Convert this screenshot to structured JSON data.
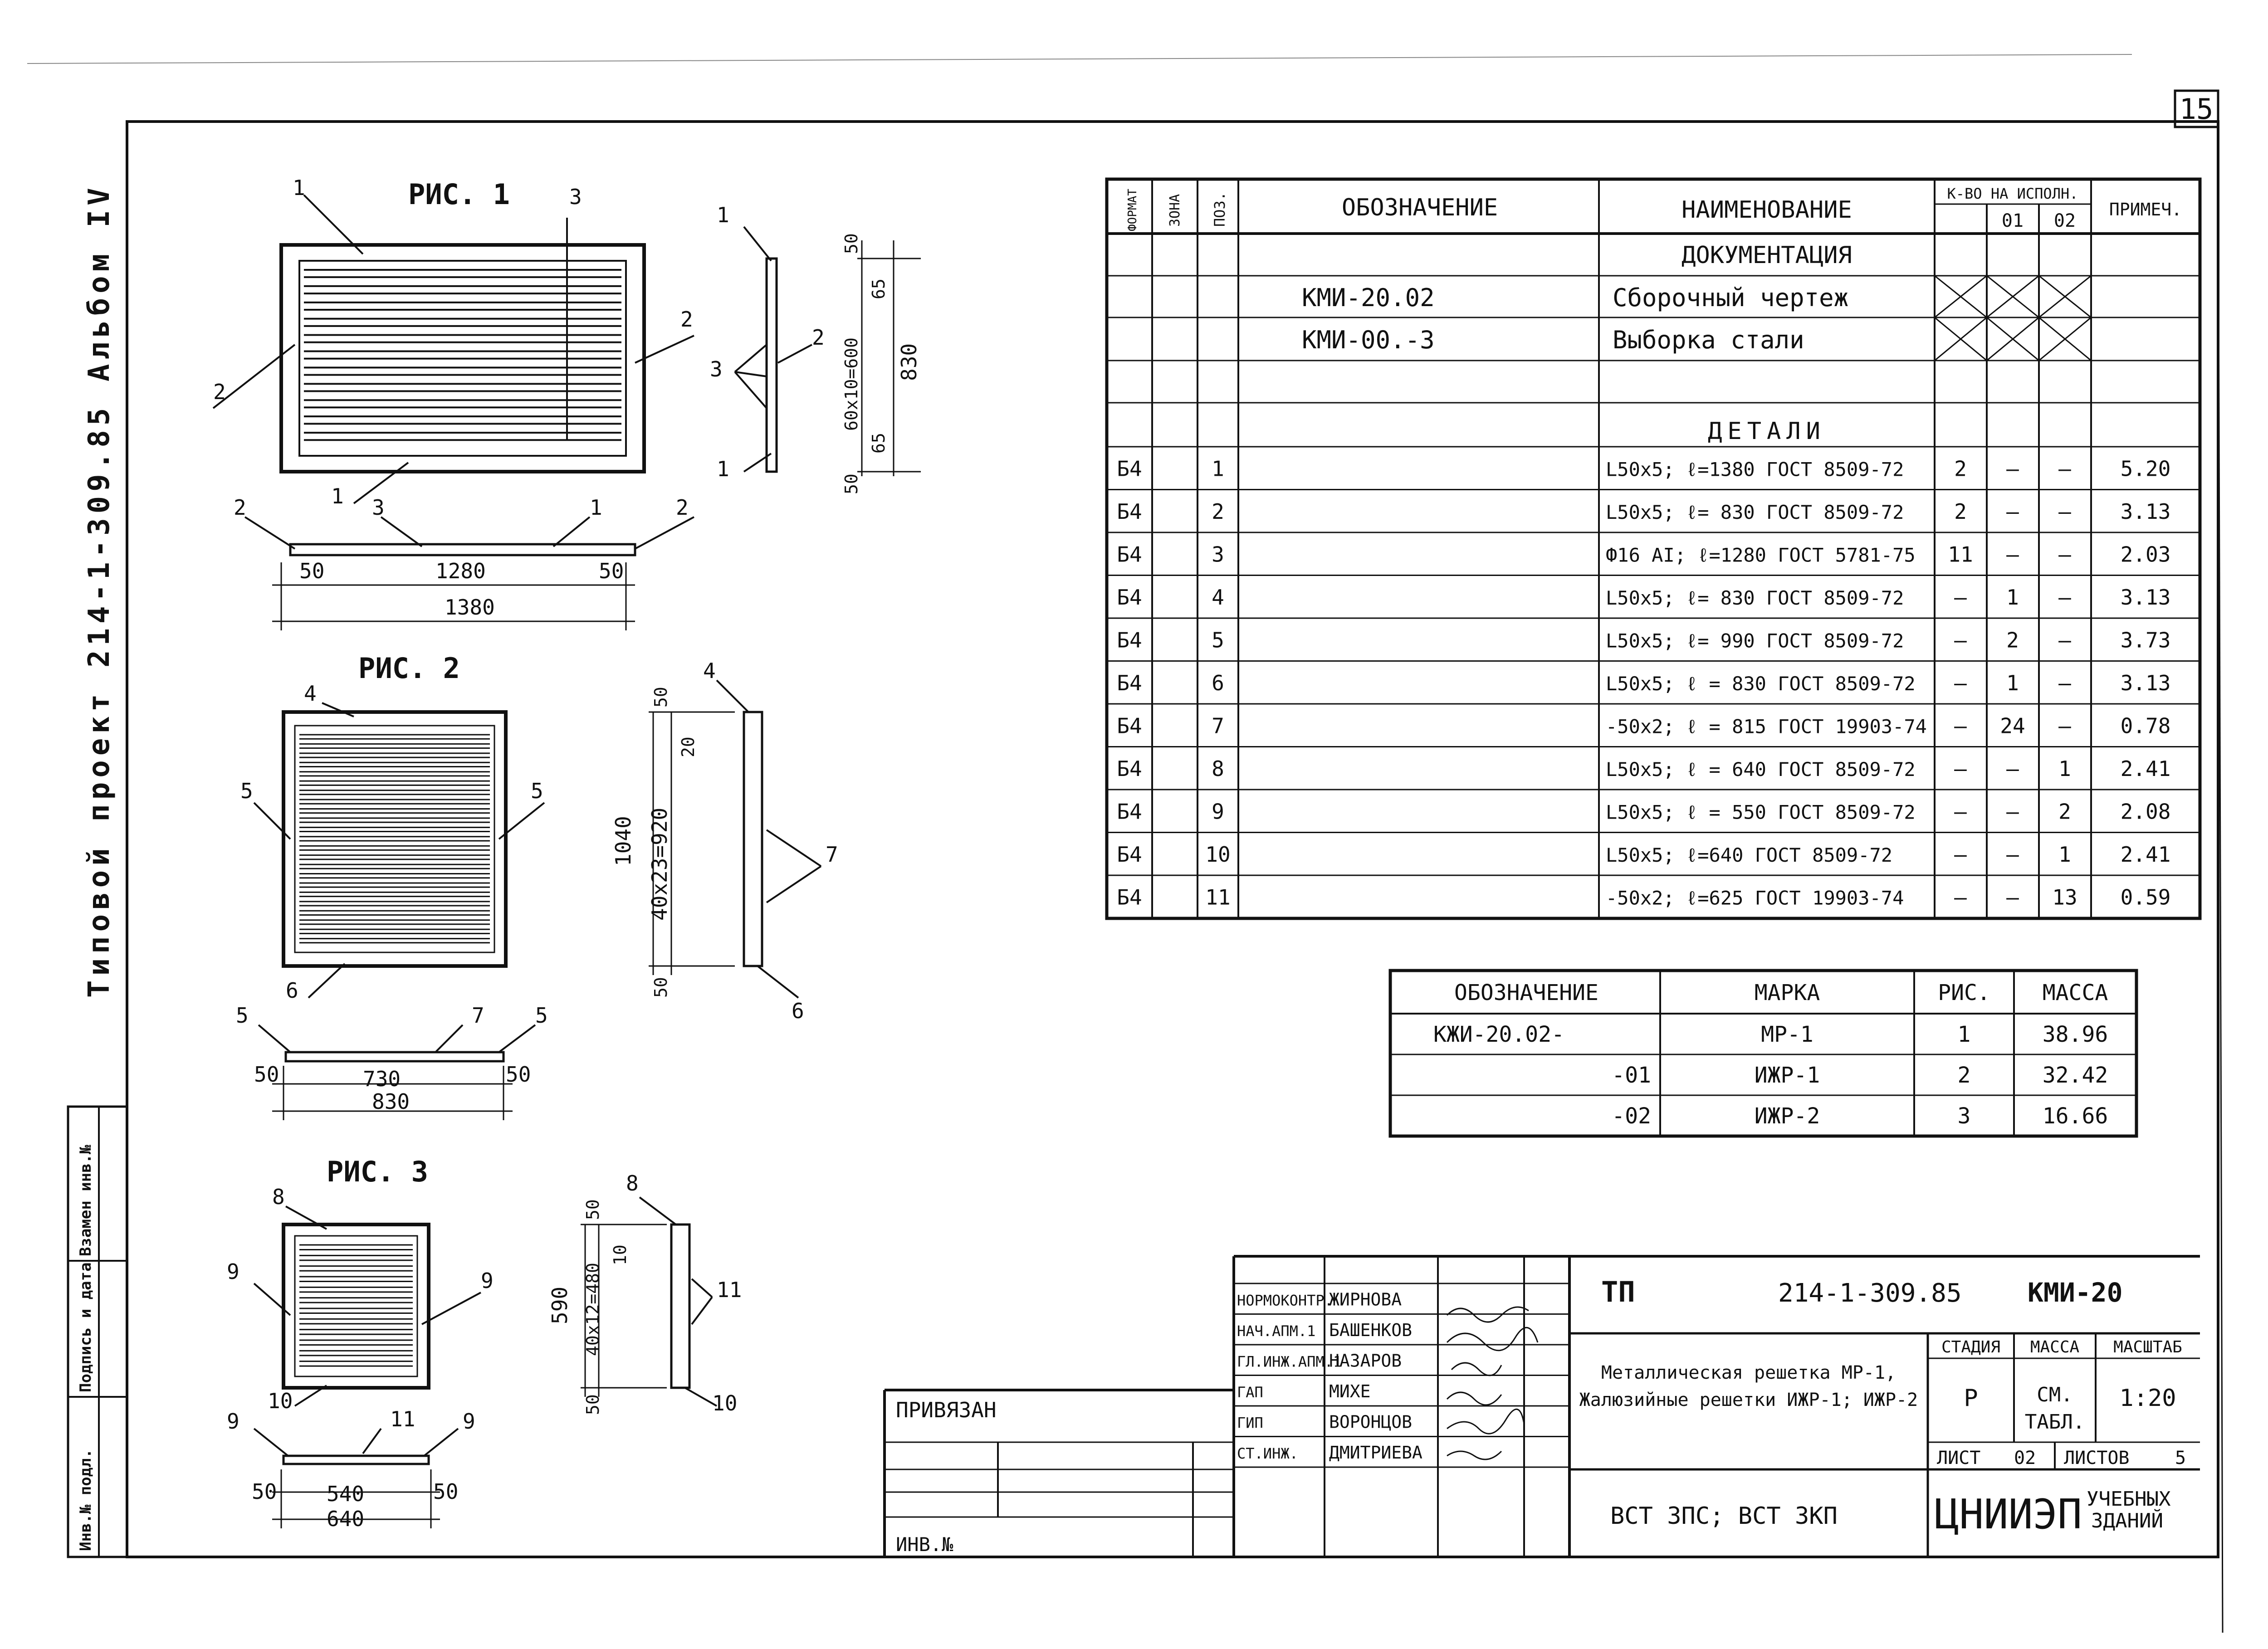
{
  "sheet": {
    "number": "15",
    "side_title": "Типовой проект 214-1-309.85 Альбом IV",
    "side_labels": [
      "Инв.№ подл.",
      "Подпись и дата",
      "Взамен инв.№"
    ]
  },
  "figures": {
    "fig1": {
      "title": "РИС. 1",
      "dims": [
        "50",
        "1280",
        "50",
        "1380",
        "50",
        "65",
        "60x10=600",
        "830",
        "65",
        "50"
      ],
      "pos_labels": [
        "1",
        "3",
        "2",
        "2",
        "1",
        "1",
        "3",
        "2",
        "1",
        "2",
        "3",
        "1",
        "2"
      ]
    },
    "fig2": {
      "title": "РИС. 2",
      "dims": [
        "50",
        "730",
        "50",
        "830",
        "50",
        "20",
        "1040",
        "40x23=920",
        "50"
      ],
      "pos_labels": [
        "4",
        "5",
        "5",
        "6",
        "5",
        "7",
        "5",
        "4",
        "7",
        "6"
      ]
    },
    "fig3": {
      "title": "РИС. 3",
      "dims": [
        "50",
        "540",
        "50",
        "640",
        "50",
        "10",
        "590",
        "40x12=480",
        "50"
      ],
      "pos_labels": [
        "8",
        "9",
        "9",
        "10",
        "9",
        "11",
        "9",
        "8",
        "11",
        "10"
      ]
    }
  },
  "spec_table": {
    "headers": [
      "ФОРМАТ",
      "ЗОНА",
      "ПОЗ.",
      "ОБОЗНАЧЕНИЕ",
      "НАИМЕНОВАНИЕ",
      "К-ВО НА ИСПОЛН.",
      "01",
      "02",
      "ПРИМЕЧ."
    ],
    "doc_section": "ДОКУМЕНТАЦИЯ",
    "doc_rows": [
      {
        "code": "КМИ-20.02",
        "name": "Сборочный чертеж"
      },
      {
        "code": "КМИ-00.-3",
        "name": "Выборка стали"
      }
    ],
    "parts_section": "ДЕТАЛИ",
    "rows": [
      {
        "fmt": "Б4",
        "pos": "1",
        "name": "L50x5; ℓ=1380 ГОСТ 8509-72",
        "q": "2",
        "q1": "—",
        "q2": "—",
        "note": "5.20"
      },
      {
        "fmt": "Б4",
        "pos": "2",
        "name": "L50x5; ℓ= 830 ГОСТ 8509-72",
        "q": "2",
        "q1": "—",
        "q2": "—",
        "note": "3.13"
      },
      {
        "fmt": "Б4",
        "pos": "3",
        "name": "Ф16 AI; ℓ=1280 ГОСТ 5781-75",
        "q": "11",
        "q1": "—",
        "q2": "—",
        "note": "2.03"
      },
      {
        "fmt": "Б4",
        "pos": "4",
        "name": "L50x5; ℓ= 830 ГОСТ 8509-72",
        "q": "—",
        "q1": "1",
        "q2": "—",
        "note": "3.13"
      },
      {
        "fmt": "Б4",
        "pos": "5",
        "name": "L50x5; ℓ= 990 ГОСТ 8509-72",
        "q": "—",
        "q1": "2",
        "q2": "—",
        "note": "3.73"
      },
      {
        "fmt": "Б4",
        "pos": "6",
        "name": "L50x5; ℓ = 830 ГОСТ 8509-72",
        "q": "—",
        "q1": "1",
        "q2": "—",
        "note": "3.13"
      },
      {
        "fmt": "Б4",
        "pos": "7",
        "name": "-50x2; ℓ = 815 ГОСТ 19903-74",
        "q": "—",
        "q1": "24",
        "q2": "—",
        "note": "0.78"
      },
      {
        "fmt": "Б4",
        "pos": "8",
        "name": "L50x5; ℓ = 640 ГОСТ 8509-72",
        "q": "—",
        "q1": "—",
        "q2": "1",
        "note": "2.41"
      },
      {
        "fmt": "Б4",
        "pos": "9",
        "name": "L50x5; ℓ = 550 ГОСТ 8509-72",
        "q": "—",
        "q1": "—",
        "q2": "2",
        "note": "2.08"
      },
      {
        "fmt": "Б4",
        "pos": "10",
        "name": "L50x5; ℓ=640 ГОСТ 8509-72",
        "q": "—",
        "q1": "—",
        "q2": "1",
        "note": "2.41"
      },
      {
        "fmt": "Б4",
        "pos": "11",
        "name": "-50x2; ℓ=625 ГОСТ 19903-74",
        "q": "—",
        "q1": "—",
        "q2": "13",
        "note": "0.59"
      }
    ]
  },
  "mark_table": {
    "headers": [
      "ОБОЗНАЧЕНИЕ",
      "МАРКА",
      "РИС.",
      "МАССА"
    ],
    "rows": [
      {
        "code": "КЖИ-20.02-",
        "mark": "МР-1",
        "fig": "1",
        "mass": "38.96"
      },
      {
        "code": "-01",
        "mark": "ИЖР-1",
        "fig": "2",
        "mass": "32.42"
      },
      {
        "code": "-02",
        "mark": "ИЖР-2",
        "fig": "3",
        "mass": "16.66"
      }
    ]
  },
  "title_block": {
    "tp": "ТП",
    "project": "214-1-309.85",
    "doc": "КМИ-20",
    "title_line1": "Металлическая решетка МР-1,",
    "title_line2": "Жалюзийные решетки ИЖР-1; ИЖР-2",
    "stage_label": "СТАДИЯ",
    "mass_label": "МАССА",
    "scale_label": "МАСШТАБ",
    "stage": "Р",
    "mass_line1": "СМ.",
    "mass_line2": "ТАБЛ.",
    "scale": "1:20",
    "sheet_label": "ЛИСТ",
    "sheet": "02",
    "sheets_label": "ЛИСТОВ",
    "sheets": "5",
    "material": "ВСТ 3ПС; ВСТ 3КП",
    "org": "ЦНИИЭП",
    "org_sub1": "УЧЕБНЫХ",
    "org_sub2": "ЗДАНИЙ",
    "bound": "ПРИВЯЗАН",
    "inv": "ИНВ.№",
    "roles": [
      {
        "role": "НОРМОКОНТР.",
        "name": "ЖИРНОВА"
      },
      {
        "role": "НАЧ.АПМ.1",
        "name": "БАШЕНКОВ"
      },
      {
        "role": "ГЛ.ИНЖ.АПМ.1",
        "name": "НАЗАРОВ"
      },
      {
        "role": "ГАП",
        "name": "МИХЕ"
      },
      {
        "role": "ГИП",
        "name": "ВОРОНЦОВ"
      },
      {
        "role": "СТ.ИНЖ.",
        "name": "ДМИТРИЕВА"
      }
    ]
  }
}
